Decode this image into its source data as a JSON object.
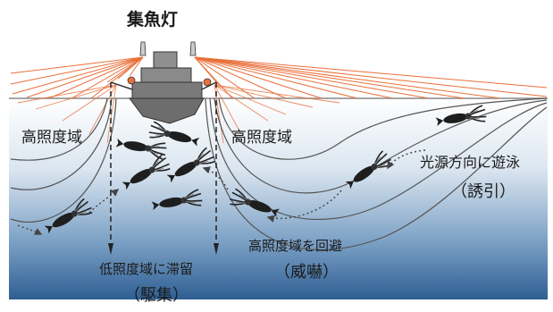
{
  "title": "集魚灯",
  "high_zone_left": "高照度域",
  "high_zone_right": "高照度域",
  "attract": {
    "line1": "光源方向に遊泳",
    "line2": "（誘引）"
  },
  "avoid": {
    "line1": "高照度域を回避",
    "line2": "（威嚇）"
  },
  "stay": {
    "line1": "低照度域に滞留",
    "line2": "（駆集）"
  },
  "colors": {
    "sky": "#ffffff",
    "water_top": "#ffffff",
    "water_bottom": "#2e5f93",
    "light_ray": "#e8703a",
    "ship": "#6d6d6d",
    "contour": "#555555",
    "squid": "#1e1e1e"
  }
}
